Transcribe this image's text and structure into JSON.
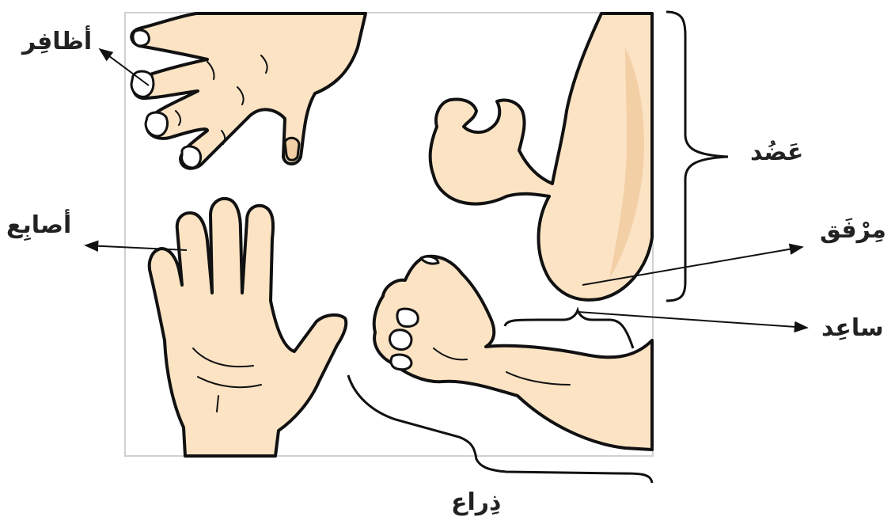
{
  "diagram": {
    "labels": {
      "nails": "أظافِر",
      "fingers": "أصابِع",
      "upper_arm": "عَضُد",
      "elbow": "مِرْفَق",
      "forearm": "ساعِد",
      "arm": "ذِراع"
    },
    "colors": {
      "skin": "#fbe3c4",
      "skin_shade": "#f3cfa6",
      "outline": "#111111",
      "frame": "#d0d0d0",
      "label_text": "#222222"
    }
  }
}
